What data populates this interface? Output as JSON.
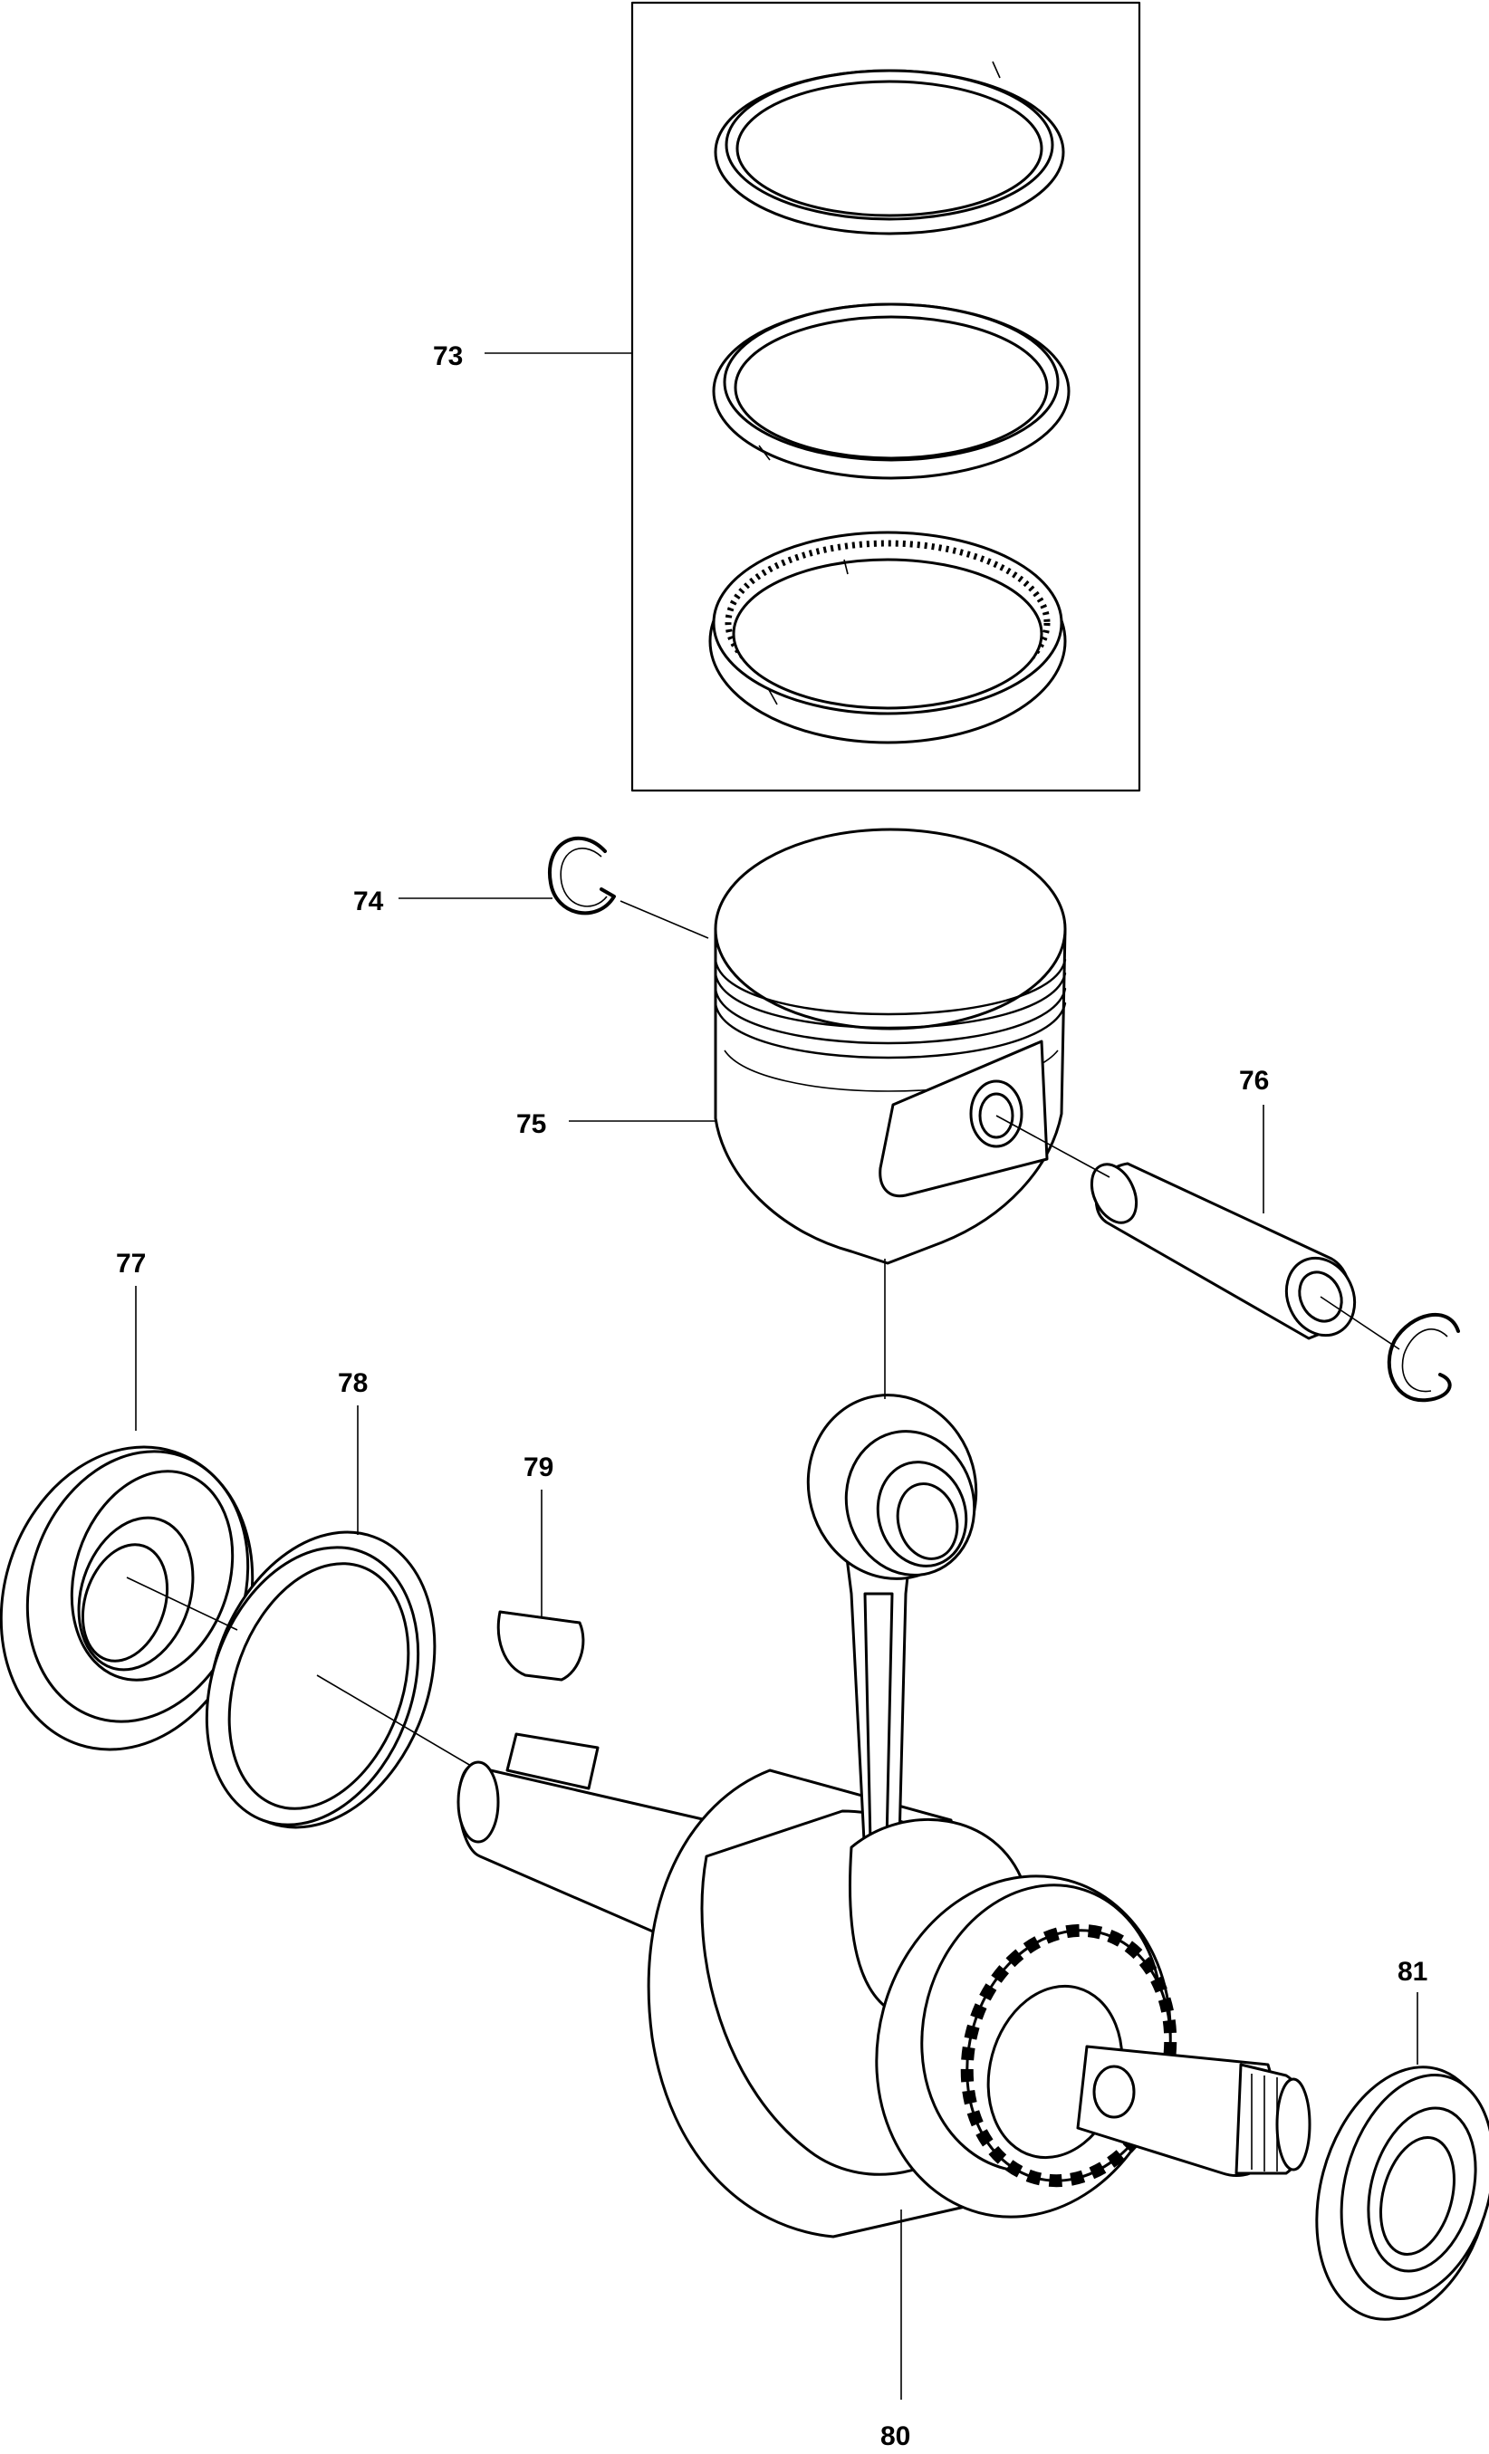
{
  "callouts": [
    {
      "id": "73",
      "label": "73"
    },
    {
      "id": "74",
      "label": "74"
    },
    {
      "id": "75",
      "label": "75"
    },
    {
      "id": "76",
      "label": "76"
    },
    {
      "id": "77",
      "label": "77"
    },
    {
      "id": "78",
      "label": "78"
    },
    {
      "id": "79",
      "label": "79"
    },
    {
      "id": "80",
      "label": "80"
    },
    {
      "id": "81",
      "label": "81"
    }
  ]
}
